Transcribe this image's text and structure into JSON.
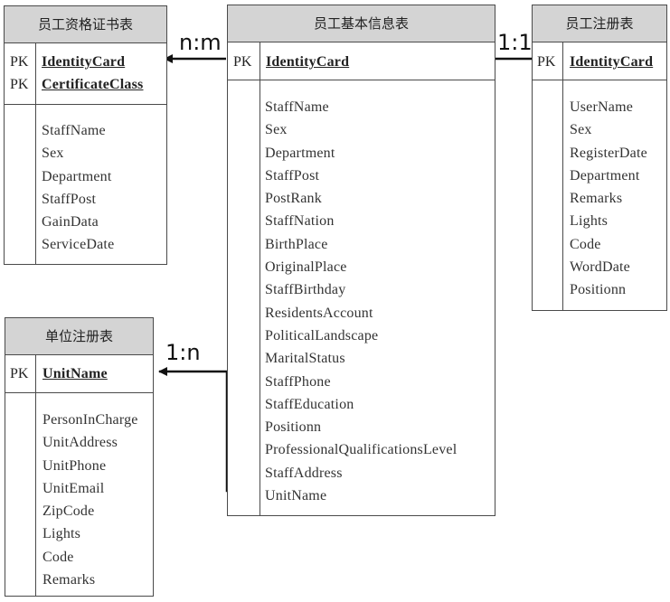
{
  "entities": {
    "certificate": {
      "title": "员工资格证书表",
      "pk_labels": [
        "PK",
        "PK"
      ],
      "keys": [
        "IdentityCard",
        "CertificateClass"
      ],
      "attributes": [
        "StaffName",
        "Sex",
        "Department",
        "StaffPost",
        "GainData",
        "ServiceDate"
      ]
    },
    "staff": {
      "title": "员工基本信息表",
      "pk_labels": [
        "PK"
      ],
      "keys": [
        "IdentityCard"
      ],
      "attributes": [
        "StaffName",
        "Sex",
        "Department",
        "StaffPost",
        "PostRank",
        "StaffNation",
        "BirthPlace",
        "OriginalPlace",
        "StaffBirthday",
        "ResidentsAccount",
        "PoliticalLandscape",
        "MaritalStatus",
        "StaffPhone",
        "StaffEducation",
        "Positionn",
        "ProfessionalQualificationsLevel",
        "StaffAddress",
        "UnitName"
      ]
    },
    "register": {
      "title": "员工注册表",
      "pk_labels": [
        "PK"
      ],
      "keys": [
        "IdentityCard"
      ],
      "attributes": [
        "UserName",
        "Sex",
        "RegisterDate",
        "Department",
        "Remarks",
        "Lights",
        "Code",
        "WordDate",
        "Positionn"
      ]
    },
    "unit": {
      "title": "单位注册表",
      "pk_labels": [
        "PK"
      ],
      "keys": [
        "UnitName"
      ],
      "attributes": [
        "PersonInCharge",
        "UnitAddress",
        "UnitPhone",
        "UnitEmail",
        "ZipCode",
        "Lights",
        "Code",
        "Remarks"
      ]
    }
  },
  "relationships": {
    "staff_certificate": "n:m",
    "register_staff": "1:1",
    "staff_unit": "1:n"
  }
}
